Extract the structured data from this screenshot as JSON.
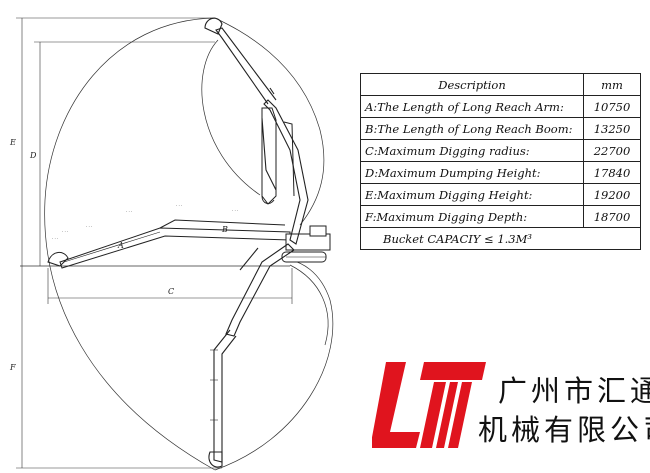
{
  "spec_table": {
    "header": {
      "description": "Description",
      "unit": "mm"
    },
    "rows": [
      {
        "label": "A:The Length of Long Reach Arm:",
        "value": "10750"
      },
      {
        "label": "B:The Length of Long Reach Boom:",
        "value": "13250"
      },
      {
        "label": "C:Maximum Digging radius:",
        "value": "22700"
      },
      {
        "label": "D:Maximum Dumping Height:",
        "value": "17840"
      },
      {
        "label": "E:Maximum Digging Height:",
        "value": "19200"
      },
      {
        "label": "F:Maximum Digging Depth:",
        "value": "18700"
      }
    ],
    "capacity": "Bucket CAPACIY ≤ 1.3M³"
  },
  "dimension_letters": {
    "a": "A",
    "b": "B",
    "c": "C",
    "d": "D",
    "e": "E",
    "f": "F"
  },
  "brand": {
    "logo_text": "LT",
    "name_line_1": "广州市汇通",
    "name_line_2": "机械有限公司",
    "logo_color": "#e0141e"
  }
}
